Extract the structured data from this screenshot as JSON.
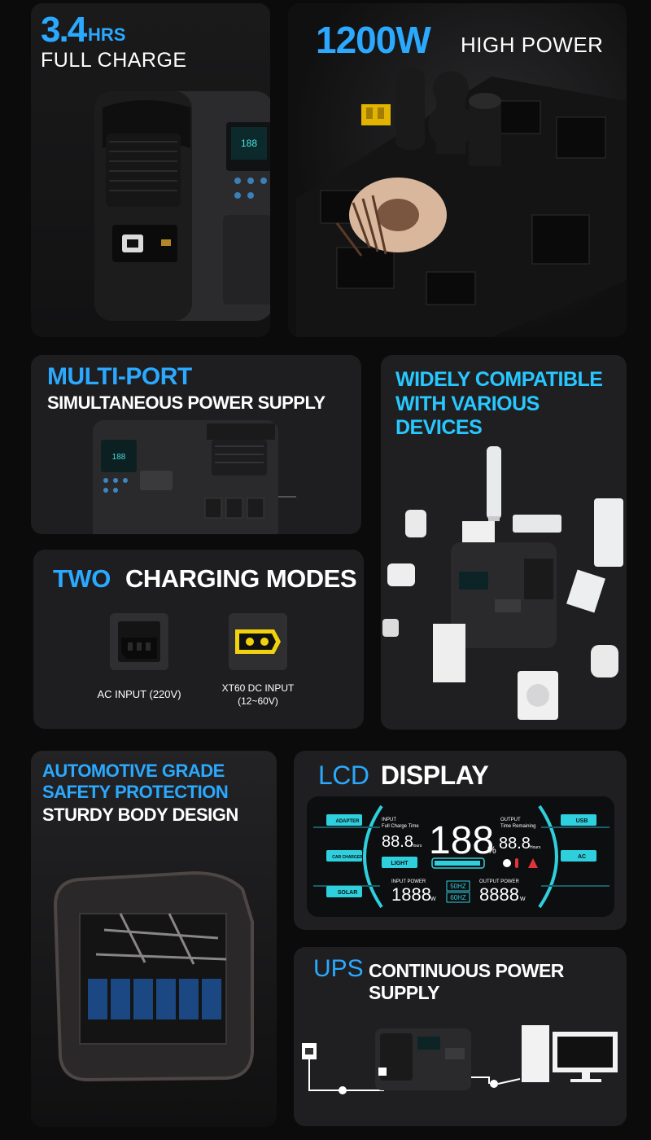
{
  "charge": {
    "big": "3.4",
    "unit": "HRS",
    "sub": "FULL CHARGE"
  },
  "power": {
    "big": "1200W",
    "sub": "HIGH POWER"
  },
  "multiport": {
    "line1": "MULTI-PORT",
    "line2": "SIMULTANEOUS POWER SUPPLY"
  },
  "compatible": {
    "line1": "WIDELY COMPATIBLE",
    "line2": "WITH VARIOUS DEVICES"
  },
  "charging": {
    "accent": "TWO",
    "title": "CHARGING MODES",
    "ac_label": "AC INPUT (220V)",
    "dc_label_1": "XT60 DC INPUT",
    "dc_label_2": "(12~60V)"
  },
  "safety": {
    "line1": "AUTOMOTIVE GRADE",
    "line2": "SAFETY PROTECTION",
    "line3": "STURDY BODY DESIGN"
  },
  "lcd": {
    "accent": "LCD",
    "title": "DISPLAY",
    "btn_adapter": "ADAPTER",
    "btn_car": "CAR CHARGER",
    "btn_solar": "SOLAR",
    "btn_usb": "USB",
    "btn_ac": "AC",
    "btn_light": "LIGHT",
    "input_label": "INPUT",
    "full_charge_time": "Full Charge Time",
    "hours_left": "88.8",
    "hours_unit": "Hours",
    "percent": "188",
    "percent_unit": "%",
    "output_label": "OUTPUT",
    "time_remaining": "Time Remaining",
    "hours_right": "88.8",
    "input_power_label": "INPUT POWER",
    "input_power": "1888",
    "output_power_label": "OUTPUT POWER",
    "output_power": "8888",
    "watt": "W",
    "hz1": "50HZ",
    "hz2": "60HZ"
  },
  "ups": {
    "accent": "UPS",
    "title": "CONTINUOUS POWER SUPPLY"
  },
  "colors": {
    "accent": "#2aa9ff",
    "lcd_cyan": "#29d3e6",
    "warning": "#e0343a",
    "xt60_yellow": "#f2d20d"
  }
}
